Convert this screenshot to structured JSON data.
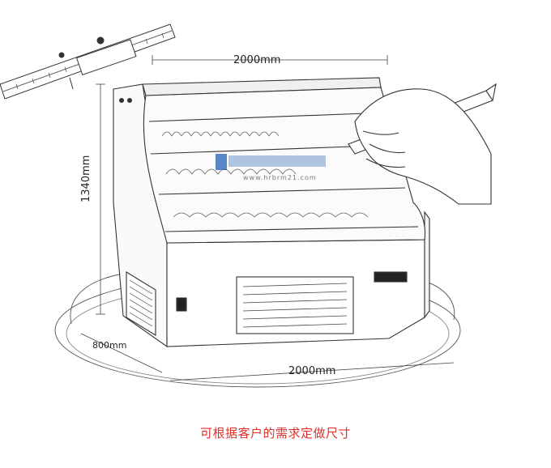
{
  "dimensions": {
    "top_width": "2000mm",
    "height": "1340mm",
    "depth": "800mm",
    "bottom_width": "2000mm"
  },
  "watermark": {
    "text": "www.hrbrm21.com"
  },
  "caption": "可根据客户的需求定做尺寸",
  "colors": {
    "caption": "#e0302a",
    "line": "#333333",
    "watermark": "#1f5fb0"
  }
}
